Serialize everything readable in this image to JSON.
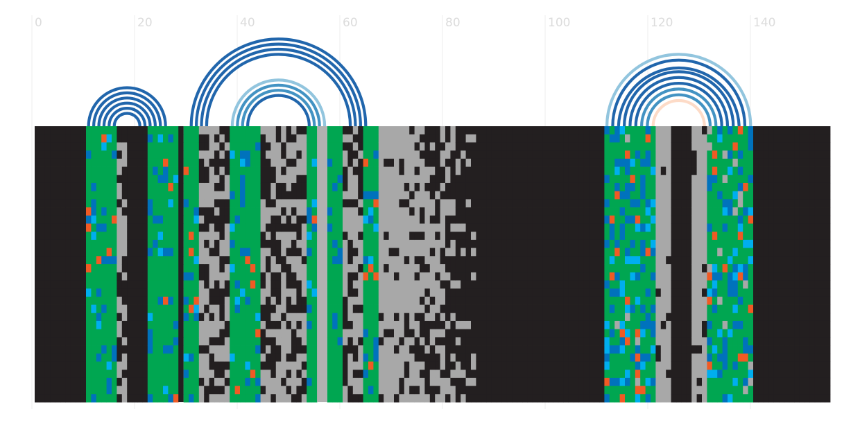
{
  "chart_data": {
    "type": "heatmap",
    "title": "",
    "xlabel": "",
    "ylabel": "",
    "xlim": [
      0,
      155
    ],
    "x_ticks": [
      0,
      20,
      40,
      60,
      80,
      100,
      120,
      140
    ],
    "x_tick_labels": [
      "0",
      "20",
      "40",
      "60",
      "80",
      "100",
      "120",
      "140"
    ],
    "grid": true,
    "legend": "none",
    "colors": {
      "empty": "#231f20",
      "gap": "#a8a8a8",
      "paired": "#00a651",
      "compat_dark": "#0072bc",
      "compat_light": "#00aeef",
      "mismatch": "#f15a24",
      "arc_strong": "#2166ac",
      "arc_medium": "#4393c3",
      "arc_weak": "#92c5de",
      "arc_faint": "#fddbc7"
    },
    "arcs": [
      {
        "left": [
          10.5,
          15.5
        ],
        "right": [
          20.5,
          25.5
        ],
        "strength": [
          "strong",
          "strong",
          "strong",
          "strong",
          "strong",
          "strong"
        ]
      },
      {
        "left": [
          30.5,
          33.5
        ],
        "right": [
          61.5,
          64.5
        ],
        "strength": [
          "strong",
          "strong",
          "strong",
          "strong"
        ]
      },
      {
        "left": [
          38.5,
          41.5
        ],
        "right": [
          53.5,
          56.5
        ],
        "strength": [
          "weak",
          "medium",
          "medium",
          "strong"
        ]
      },
      {
        "left": [
          111.5,
          120.5
        ],
        "right": [
          130.5,
          139.5
        ],
        "strength": [
          "weak",
          "strong",
          "strong",
          "strong",
          "strong",
          "strong",
          "medium",
          "medium",
          "faint"
        ]
      }
    ],
    "alignment": {
      "columns": 155,
      "rows": 34,
      "segments": [
        {
          "x": [
            0,
            10
          ],
          "pattern": "empty"
        },
        {
          "x": [
            10,
            16
          ],
          "pattern": "paired"
        },
        {
          "x": [
            16,
            18
          ],
          "pattern": "mixed-gap"
        },
        {
          "x": [
            18,
            22
          ],
          "pattern": "empty"
        },
        {
          "x": [
            22,
            28
          ],
          "pattern": "paired"
        },
        {
          "x": [
            29,
            32
          ],
          "pattern": "paired"
        },
        {
          "x": [
            32,
            38
          ],
          "pattern": "mixed-gap"
        },
        {
          "x": [
            38,
            41
          ],
          "pattern": "paired"
        },
        {
          "x": [
            41,
            44
          ],
          "pattern": "paired"
        },
        {
          "x": [
            44,
            53
          ],
          "pattern": "mixed-gap"
        },
        {
          "x": [
            53,
            55
          ],
          "pattern": "paired"
        },
        {
          "x": [
            57,
            60
          ],
          "pattern": "paired"
        },
        {
          "x": [
            60,
            64
          ],
          "pattern": "mixed-gap"
        },
        {
          "x": [
            64,
            67
          ],
          "pattern": "paired"
        },
        {
          "x": [
            67,
            86
          ],
          "pattern": "gap-ragged"
        },
        {
          "x": [
            86,
            111
          ],
          "pattern": "empty"
        },
        {
          "x": [
            111,
            121
          ],
          "pattern": "paired-variable"
        },
        {
          "x": [
            121,
            124
          ],
          "pattern": "gap"
        },
        {
          "x": [
            124,
            128
          ],
          "pattern": "empty"
        },
        {
          "x": [
            128,
            131
          ],
          "pattern": "gap"
        },
        {
          "x": [
            131,
            140
          ],
          "pattern": "paired-variable"
        },
        {
          "x": [
            140,
            155
          ],
          "pattern": "empty"
        }
      ]
    }
  }
}
